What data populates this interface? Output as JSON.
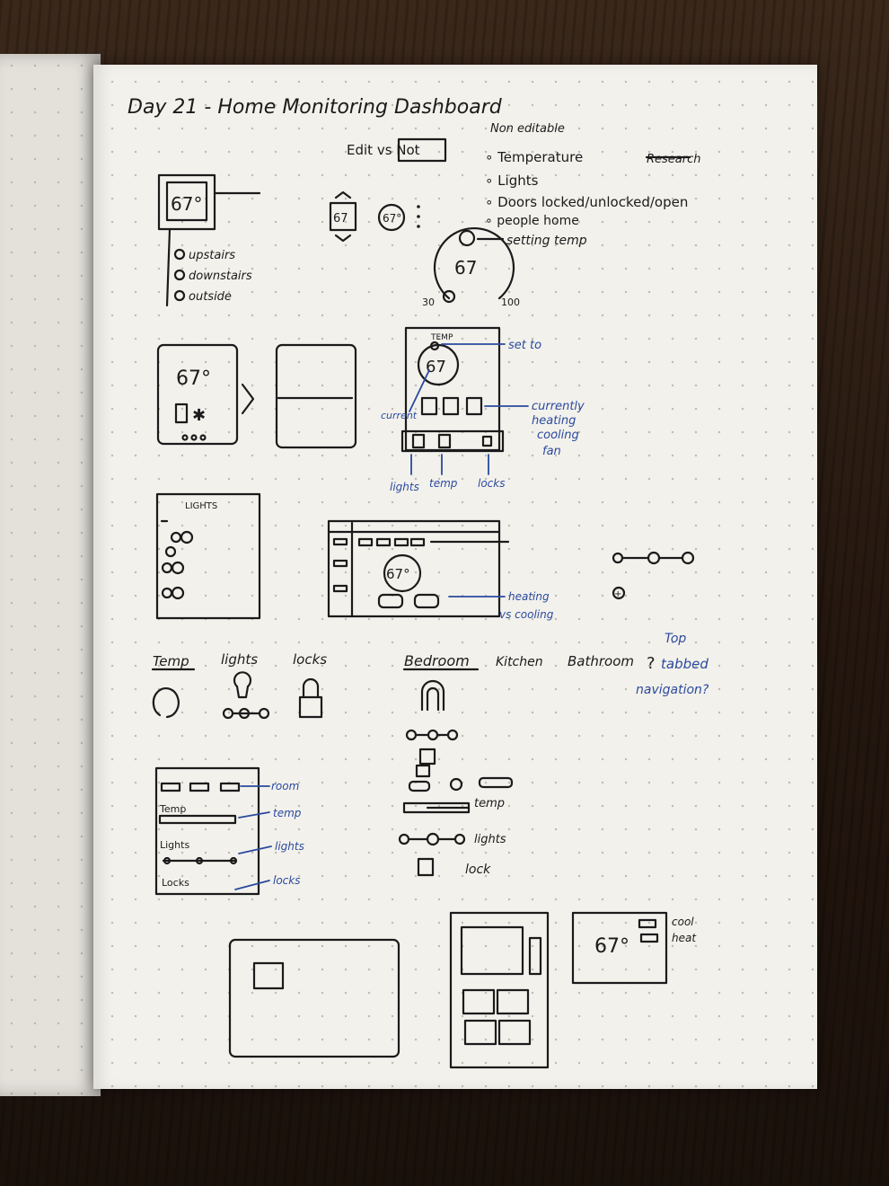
{
  "notebook": {
    "title": "Day 21 - Home Monitoring Dashboard",
    "editable_label": "Edit vs Not",
    "noneditable_heading": "Non editable",
    "noneditable_items": [
      "Temperature",
      "Lights",
      "Doors locked/unlocked/open",
      "people home"
    ],
    "research_label": "Research",
    "setting_temp_label": "setting temp",
    "dial_min": "30",
    "dial_max": "100",
    "temp_value": "67°",
    "temp_value_plain": "67",
    "temp_value_short": "67",
    "floors": [
      "upstairs",
      "downstairs",
      "outside"
    ],
    "mobile_annotations": {
      "temp_heading": "TEMP",
      "set_to": "set to",
      "current": "current",
      "currently_modes": [
        "currently",
        "heating",
        "cooling",
        "fan"
      ],
      "nav": [
        "lights",
        "temp",
        "locks"
      ]
    },
    "lights_heading": "LIGHTS",
    "heating_label": [
      "heating",
      "vs cooling"
    ],
    "categories": [
      "Temp",
      "lights",
      "locks"
    ],
    "rooms": [
      "Bedroom",
      "Kitchen",
      "Bathroom",
      "?"
    ],
    "top_nav_note": [
      "Top",
      "tabbed",
      "navigation?"
    ],
    "panel_labels": {
      "room": "room",
      "temp": "temp",
      "lights": "lights",
      "locks": "locks",
      "panel_temp": "Temp",
      "panel_lights": "Lights",
      "panel_locks": "Locks"
    },
    "room_sketch_labels": {
      "temp": "temp",
      "lights": "lights",
      "lock": "lock"
    },
    "cool_heat": [
      "cool",
      "heat"
    ]
  }
}
